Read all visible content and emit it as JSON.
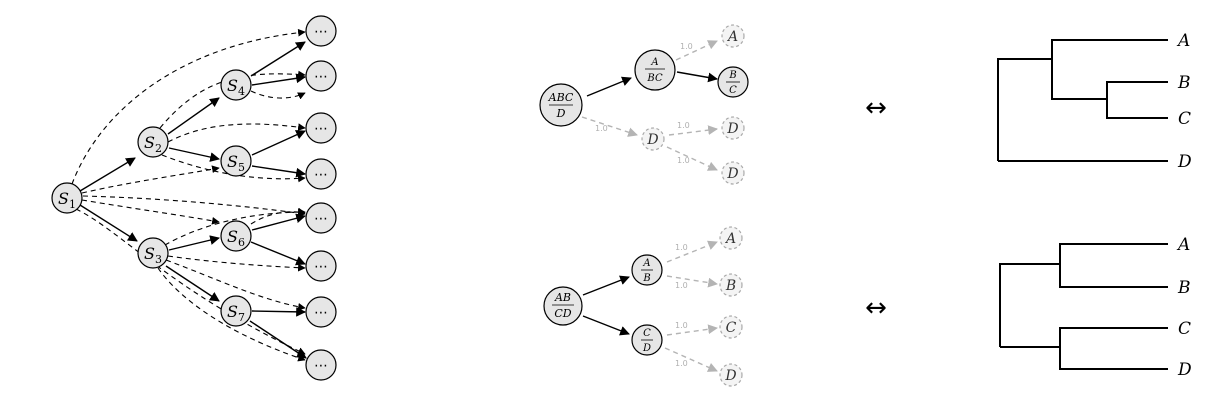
{
  "lattice": {
    "root": {
      "letter": "S",
      "index": "1"
    },
    "level1": [
      {
        "letter": "S",
        "index": "2"
      },
      {
        "letter": "S",
        "index": "3"
      }
    ],
    "level2": [
      {
        "letter": "S",
        "index": "4"
      },
      {
        "letter": "S",
        "index": "5"
      },
      {
        "letter": "S",
        "index": "6"
      },
      {
        "letter": "S",
        "index": "7"
      }
    ],
    "leaf_text": "⋯"
  },
  "equivalence_symbol": "↔",
  "top": {
    "root": {
      "num": "ABC",
      "den": "D"
    },
    "inner": {
      "num": "A",
      "den": "BC"
    },
    "split": {
      "num": "B",
      "den": "C"
    },
    "ghost_leaves": [
      "A",
      "D",
      "D",
      "D"
    ],
    "weights": [
      "1.0",
      "1.0",
      "1.0",
      "1.0"
    ],
    "tree_leaves": [
      "A",
      "B",
      "C",
      "D"
    ]
  },
  "bottom": {
    "root": {
      "num": "AB",
      "den": "CD"
    },
    "left": {
      "num": "A",
      "den": "B"
    },
    "right": {
      "num": "C",
      "den": "D"
    },
    "ghost_leaves": [
      "A",
      "B",
      "C",
      "D"
    ],
    "weights": [
      "1.0",
      "1.0",
      "1.0",
      "1.0"
    ],
    "tree_leaves": [
      "A",
      "B",
      "C",
      "D"
    ]
  }
}
